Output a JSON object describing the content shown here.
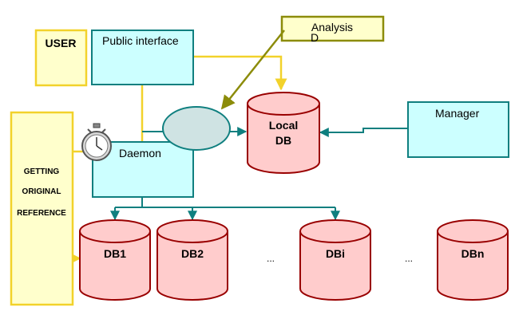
{
  "boxes": {
    "user": "USER",
    "public_interface": "Public interface",
    "analysis": "Analysis",
    "analysis_cut": "D",
    "manager": "Manager",
    "daemon": "Daemon",
    "getting_reference": [
      "GETTING",
      "ORIGINAL",
      "REFERENCE"
    ]
  },
  "databases": {
    "local": [
      "Local",
      "DB"
    ],
    "db1": "DB1",
    "db2": "DB2",
    "dbi": "DBi",
    "dbn": "DBn"
  },
  "ellipsis_1": "...",
  "ellipsis_2": "...",
  "icons": {
    "stopwatch": "stopwatch-icon"
  },
  "colors": {
    "cyan_fill": "#ccffff",
    "teal_stroke": "#0f7f7f",
    "yellow_fill": "#ffffcc",
    "yellow_stroke": "#f2d22b",
    "olive_stroke": "#8c8c0a",
    "db_fill": "#ffcccc",
    "db_stroke": "#990000",
    "ellipse_fill": "#cfe3e3"
  }
}
